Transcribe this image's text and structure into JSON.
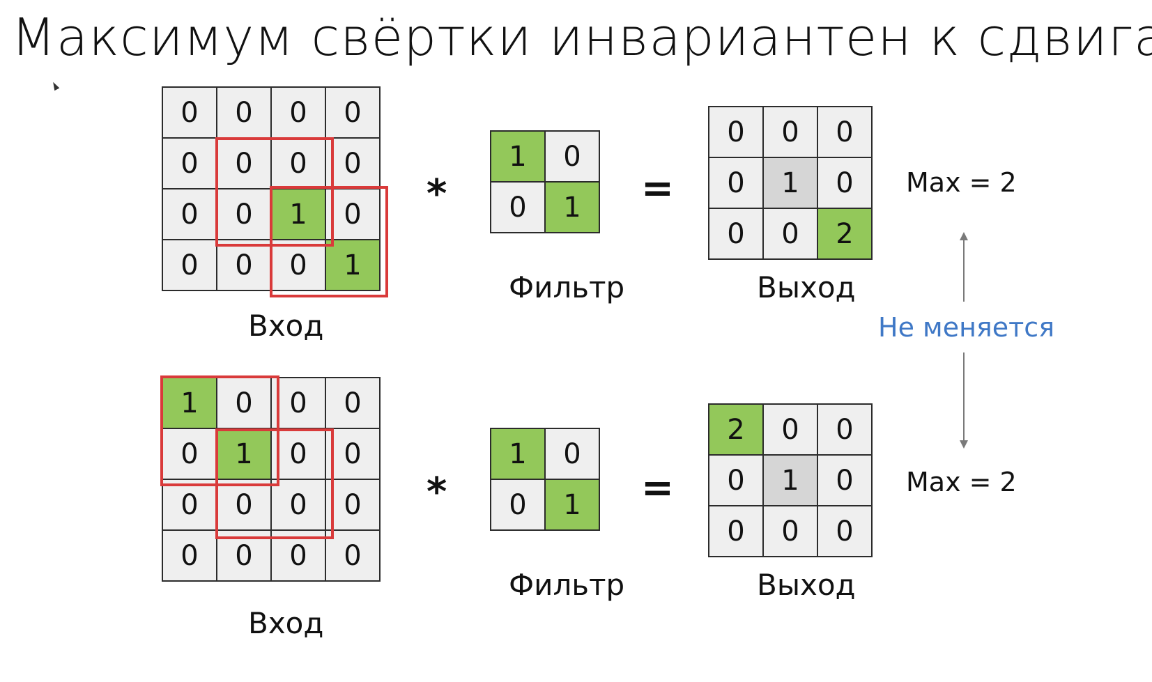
{
  "title": "Максимум свёртки инвариантен к сдвигам",
  "top": {
    "input": {
      "label": "Вход",
      "rows": [
        [
          "0",
          "0",
          "0",
          "0"
        ],
        [
          "0",
          "0",
          "0",
          "0"
        ],
        [
          "0",
          "0",
          "1",
          "0"
        ],
        [
          "0",
          "0",
          "0",
          "1"
        ]
      ],
      "highlighted_cells": [
        [
          2,
          2
        ],
        [
          3,
          3
        ]
      ]
    },
    "conv_symbol": "*",
    "filter": {
      "label": "Фильтр",
      "rows": [
        [
          "1",
          "0"
        ],
        [
          "0",
          "1"
        ]
      ],
      "highlighted_cells": [
        [
          0,
          0
        ],
        [
          1,
          1
        ]
      ]
    },
    "equals_symbol": "=",
    "output": {
      "label": "Выход",
      "rows": [
        [
          "0",
          "0",
          "0"
        ],
        [
          "0",
          "1",
          "0"
        ],
        [
          "0",
          "0",
          "2"
        ]
      ],
      "highlighted_cells": [
        [
          2,
          2
        ]
      ],
      "center_cell": [
        1,
        1
      ]
    },
    "max_label": "Max = 2"
  },
  "bottom": {
    "input": {
      "label": "Вход",
      "rows": [
        [
          "1",
          "0",
          "0",
          "0"
        ],
        [
          "0",
          "1",
          "0",
          "0"
        ],
        [
          "0",
          "0",
          "0",
          "0"
        ],
        [
          "0",
          "0",
          "0",
          "0"
        ]
      ],
      "highlighted_cells": [
        [
          0,
          0
        ],
        [
          1,
          1
        ]
      ]
    },
    "conv_symbol": "*",
    "filter": {
      "label": "Фильтр",
      "rows": [
        [
          "1",
          "0"
        ],
        [
          "0",
          "1"
        ]
      ],
      "highlighted_cells": [
        [
          0,
          0
        ],
        [
          1,
          1
        ]
      ]
    },
    "equals_symbol": "=",
    "output": {
      "label": "Выход",
      "rows": [
        [
          "2",
          "0",
          "0"
        ],
        [
          "0",
          "1",
          "0"
        ],
        [
          "0",
          "0",
          "0"
        ]
      ],
      "highlighted_cells": [
        [
          0,
          0
        ]
      ],
      "center_cell": [
        1,
        1
      ]
    },
    "max_label": "Max = 2"
  },
  "invariance_note": "Не меняется",
  "colors": {
    "highlight": "#93c85a",
    "cell": "#efefef",
    "center_cell": "#d6d6d6",
    "window_border": "#d93a3a",
    "note": "#3f78c6"
  }
}
